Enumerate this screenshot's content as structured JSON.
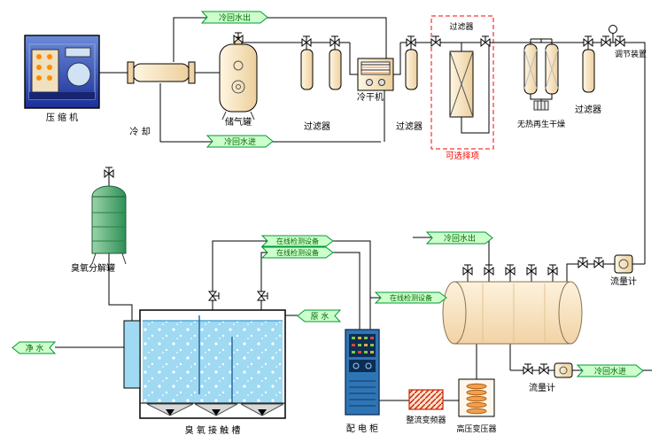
{
  "labels": {
    "compressor": "压 缩 机",
    "cooling": "冷 却",
    "storage_tank": "储气罐",
    "cw_out_top": "冷回水出",
    "cw_in_top": "冷回水进",
    "filter_a": "过滤器",
    "cold_dryer": "冷干机",
    "filter_b": "过滤器",
    "optional_filter": "过滤器",
    "optional_note": "可选择项",
    "heatless_dryer": "无热再生干燥",
    "filter_c": "过滤器",
    "regulator": "调节装置",
    "ozone_destructor": "臭氧分解罐",
    "online_detector_1": "在线检测设备",
    "online_detector_2": "在线检测设备",
    "online_detector_3": "在线检测设备",
    "cw_out_right": "冷回水出",
    "flow_meter_right": "流量计",
    "flow_meter_bottom": "流量计",
    "cw_in_bottom": "冷回水进",
    "clean_water": "净 水",
    "raw_water": "原 水",
    "contact_tank": "臭 氧 接 触 槽",
    "power_cabinet": "配 电 柜",
    "rectifier": "整流变频器",
    "hv_transformer": "高压变压器"
  },
  "colors": {
    "banner_fill": "#ccffcc",
    "banner_stroke": "#009933",
    "banner_text": "#006600",
    "optional_red": "#ff0000",
    "vessel_cream": "#f7e3bd",
    "water_blue": "#9fd9f2",
    "cabinet_blue": "#2e75b6",
    "tank_green": "#5aa86e"
  }
}
